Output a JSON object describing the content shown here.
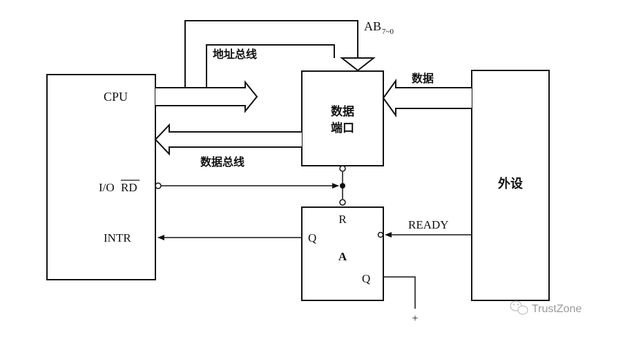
{
  "blocks": {
    "cpu": {
      "pin_cpu": "CPU",
      "pin_io": "I/O",
      "pin_rd": "RD",
      "pin_intr": "INTR"
    },
    "data_port": {
      "line1": "数据",
      "line2": "端口"
    },
    "peripheral": {
      "label": "外设"
    },
    "flipflop": {
      "r": "R",
      "q_left": "Q",
      "a": "A",
      "q_right": "Q"
    }
  },
  "signals": {
    "ab_main": "AB",
    "ab_sub": "7~0",
    "address_bus": "地址总线",
    "data_bus": "数据总线",
    "data_in": "数据",
    "ready": "READY",
    "plus": "+"
  },
  "watermark": {
    "text": "TrustZone",
    "icon": "wechat-icon"
  }
}
